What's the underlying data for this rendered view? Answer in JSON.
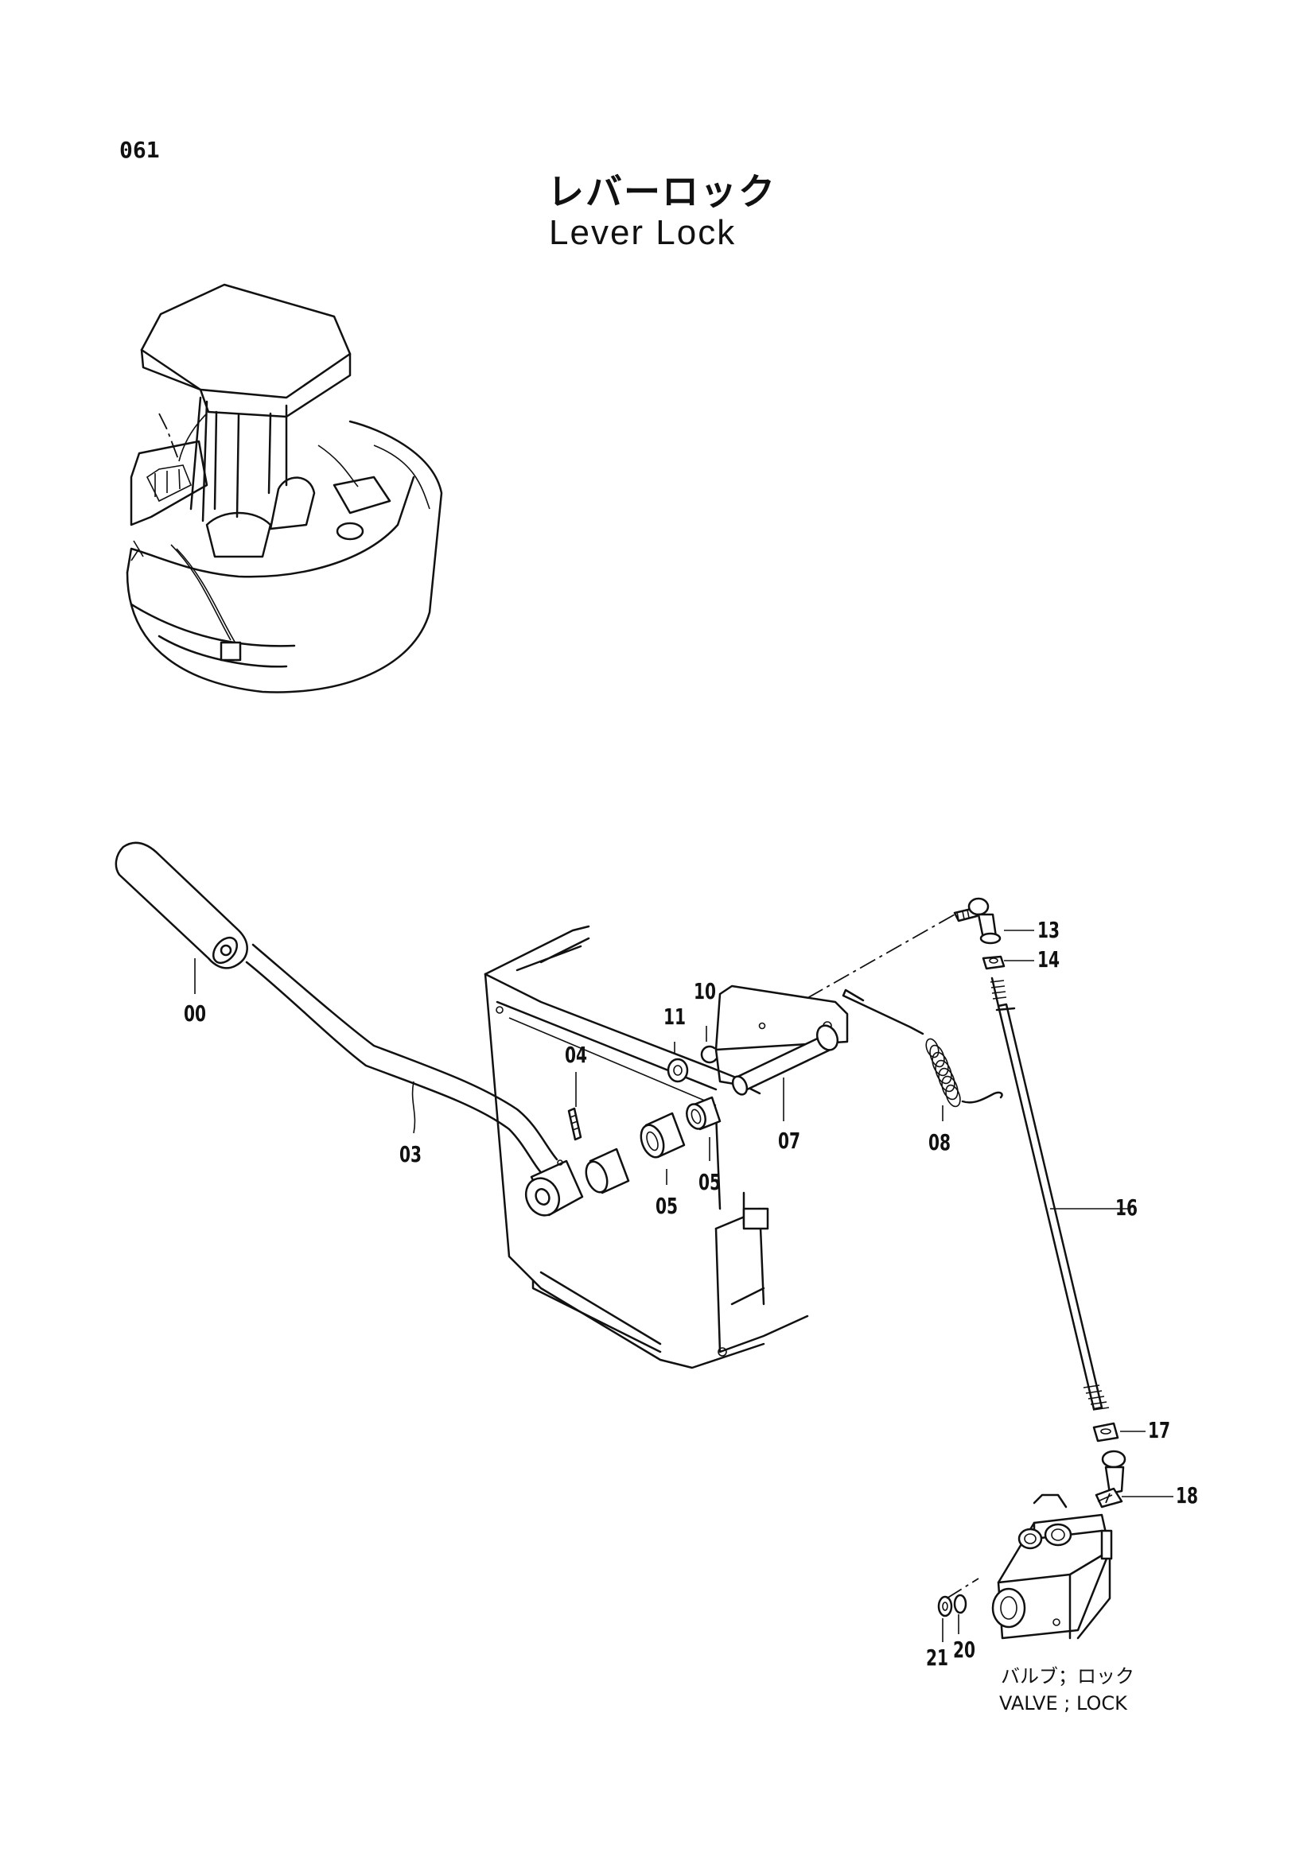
{
  "page_number": "061",
  "title": {
    "japanese": "レバーロック",
    "english": "Lever Lock"
  },
  "callouts": {
    "c00": "00",
    "c03": "03",
    "c04": "04",
    "c05a": "05",
    "c05b": "05",
    "c07": "07",
    "c08": "08",
    "c10": "10",
    "c11": "11",
    "c13": "13",
    "c14": "14",
    "c16": "16",
    "c17": "17",
    "c18": "18",
    "c20": "20",
    "c21": "21"
  },
  "valve_caption": {
    "japanese": "バルブ；ロック",
    "english": "VALVE ; LOCK"
  }
}
